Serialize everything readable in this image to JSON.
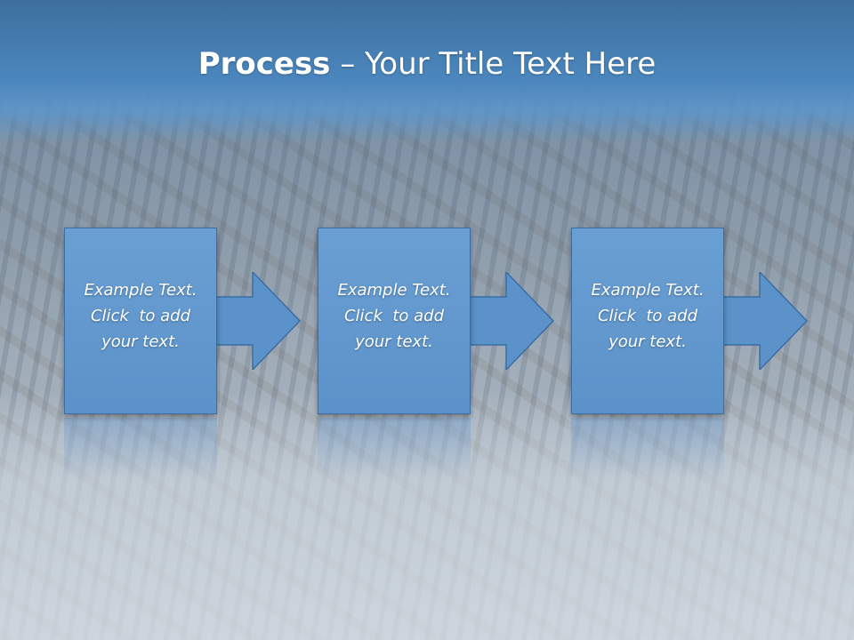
{
  "slide": {
    "title_bold": "Process",
    "title_rest": " – Your Title Text Here"
  },
  "steps": [
    {
      "line1": "Example Text.",
      "line2": "Click  to add",
      "line3": "your text."
    },
    {
      "line1": "Example Text.",
      "line2": "Click  to add",
      "line3": "your text."
    },
    {
      "line1": "Example Text.",
      "line2": "Click  to add",
      "line3": "your text."
    }
  ],
  "colors": {
    "box_fill": "#5b92c9",
    "box_border": "#3b6ea3",
    "title_band": "#4a86bd",
    "text": "#ffffff"
  },
  "icons": [
    "right-arrow-icon"
  ]
}
